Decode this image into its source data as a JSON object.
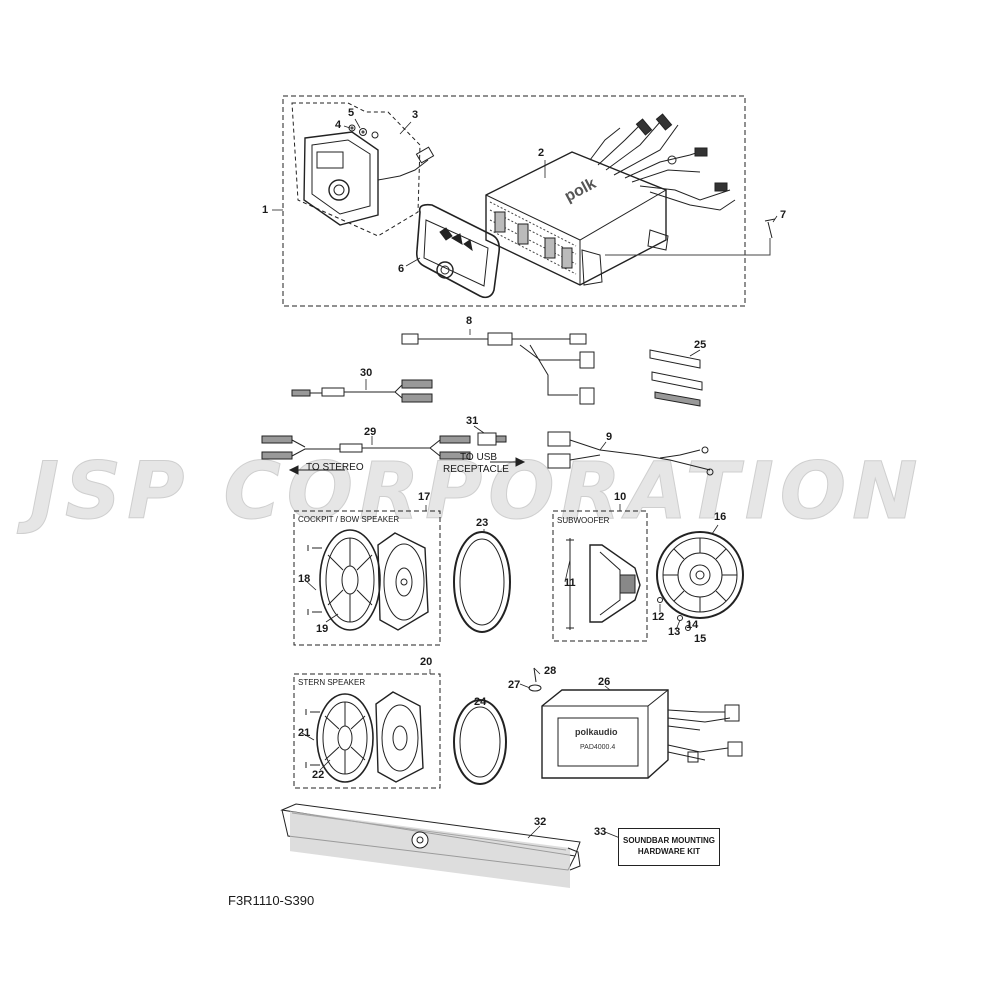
{
  "watermark": "JSP CORPORATION",
  "figure_code": "F3R1110-S390",
  "callouts": {
    "c1": "1",
    "c2": "2",
    "c3": "3",
    "c4": "4",
    "c5": "5",
    "c6": "6",
    "c7": "7",
    "c8": "8",
    "c9": "9",
    "c10": "10",
    "c11": "11",
    "c12": "12",
    "c13": "13",
    "c14": "14",
    "c15": "15",
    "c16": "16",
    "c17": "17",
    "c18": "18",
    "c19": "19",
    "c20": "20",
    "c21": "21",
    "c22": "22",
    "c23": "23",
    "c24": "24",
    "c25": "25",
    "c26": "26",
    "c27": "27",
    "c28": "28",
    "c29": "29",
    "c30": "30",
    "c31": "31",
    "c32": "32",
    "c33": "33"
  },
  "captions": {
    "to_stereo": "TO STEREO",
    "to_usb": "TO USB",
    "receptacle": "RECEPTACLE",
    "cockpit_bow": "COCKPIT / BOW SPEAKER",
    "subwoofer": "SUBWOOFER",
    "stern": "STERN SPEAKER",
    "soundbar_line1": "SOUNDBAR MOUNTING",
    "soundbar_line2": "HARDWARE KIT"
  },
  "brand_marks": {
    "head_unit_logo": "polk",
    "amplifier_logo": "polkaudio",
    "amplifier_model": "PAD4000.4"
  }
}
